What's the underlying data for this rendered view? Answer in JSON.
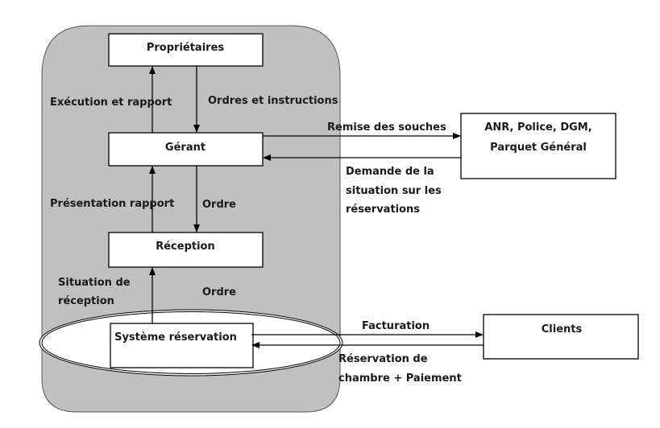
{
  "colors": {
    "container_fill": "#c0c0c0",
    "box_fill": "#ffffff",
    "line": "#000000",
    "text": "#1a1a1a"
  },
  "nodes": {
    "proprietaires": "Propriétaires",
    "gerant": "Gérant",
    "reception": "Réception",
    "systeme": "Système réservation",
    "anr_line1": "ANR, Police, DGM,",
    "anr_line2": "Parquet Général",
    "clients": "Clients"
  },
  "edges": {
    "execution": "Exécution et rapport",
    "ordres_instructions": "Ordres et instructions",
    "presentation": "Présentation rapport",
    "ordre1": "Ordre",
    "situation_line1": "Situation de",
    "situation_line2": "réception",
    "ordre2": "Ordre",
    "remise": "Remise des souches",
    "demande_line1": "Demande de la",
    "demande_line2": "situation sur les",
    "demande_line3": "réservations",
    "facturation": "Facturation",
    "reservation_line1": "Réservation de",
    "reservation_line2": "chambre + Paiement"
  }
}
